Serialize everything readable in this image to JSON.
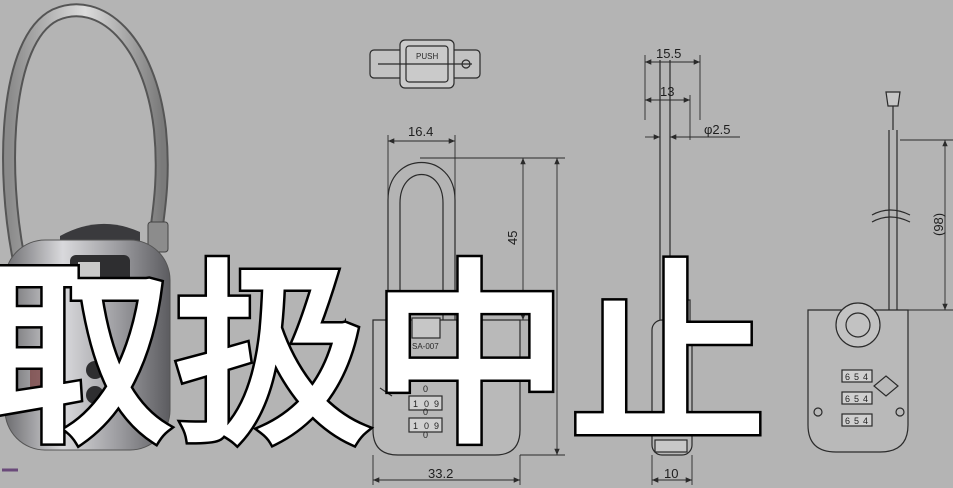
{
  "drawing": {
    "push_label": "PUSH",
    "model_label": "SA-007",
    "dims": {
      "total_width": "15.5",
      "body_depth": "13",
      "cable_diameter": "φ2.5",
      "shackle_width": "16.4",
      "shackle_height": "45",
      "body_width": "33.2",
      "body_thickness": "10",
      "cable_length": "(98)"
    },
    "dial_digits_front": [
      "1",
      "0",
      "9"
    ],
    "dial_digits_back": [
      "6",
      "5",
      "4"
    ],
    "dial_zero": "0"
  },
  "stamp_text": "取扱中止",
  "colors": {
    "background": "#b4b4b4",
    "line": "#2a2a2a",
    "stamp_fill": "#ffffff",
    "stamp_stroke": "#000000"
  }
}
